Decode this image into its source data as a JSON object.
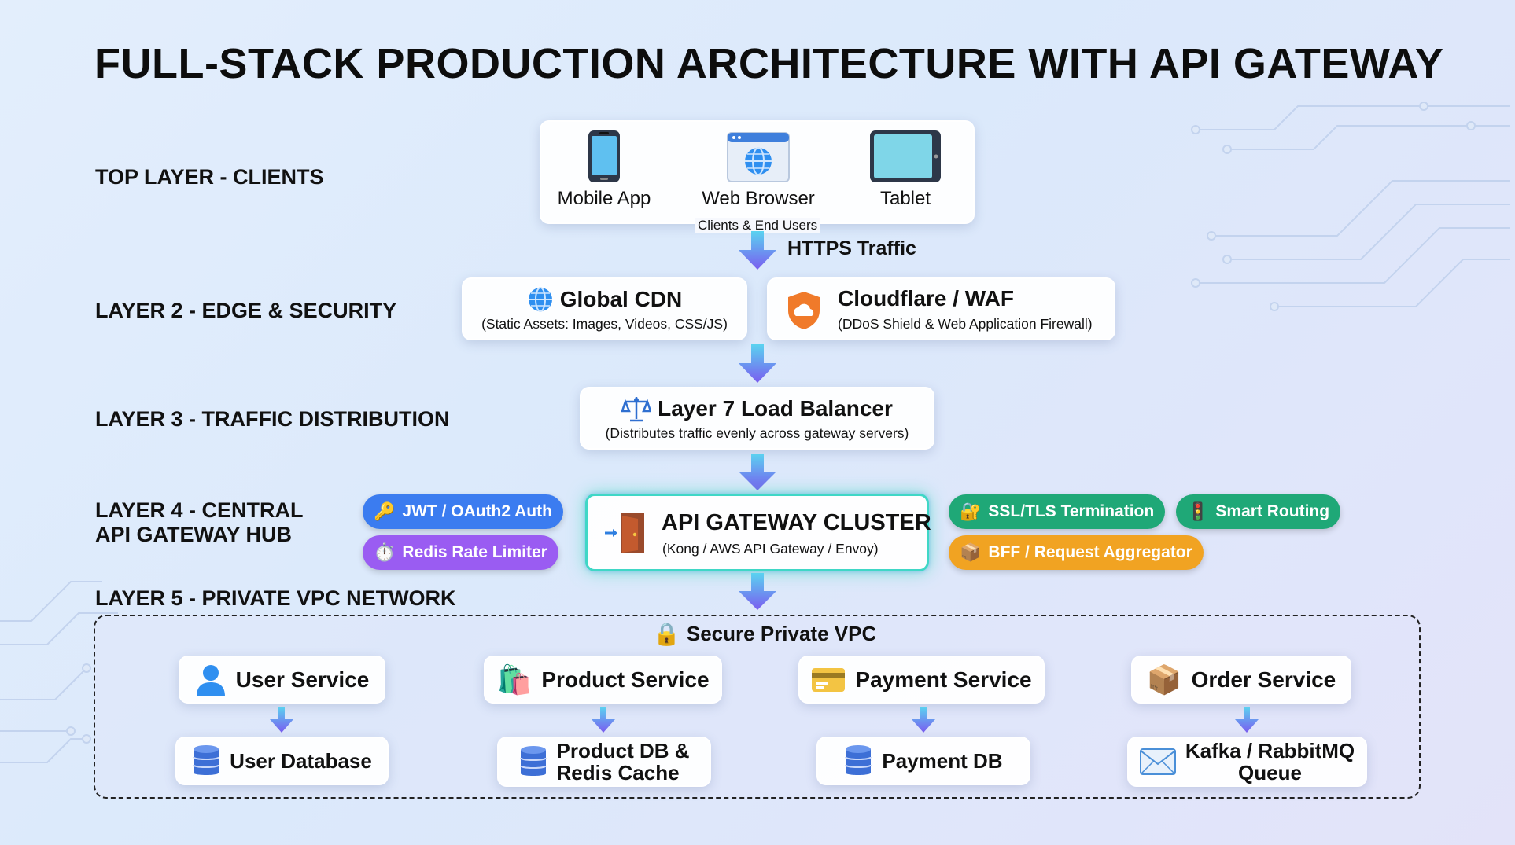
{
  "title": "FULL-STACK PRODUCTION ARCHITECTURE WITH API GATEWAY",
  "layers": {
    "top": "TOP LAYER - CLIENTS",
    "edge": "LAYER 2 - EDGE & SECURITY",
    "traffic": "LAYER 3 - TRAFFIC DISTRIBUTION",
    "gateway_line1": "LAYER 4 - CENTRAL",
    "gateway_line2": "API GATEWAY HUB",
    "vpc": "LAYER 5 - PRIVATE VPC NETWORK"
  },
  "clients": {
    "items": [
      {
        "label": "Mobile App",
        "icon": "mobile-phone-icon"
      },
      {
        "label": "Web Browser",
        "icon": "web-browser-icon"
      },
      {
        "label": "Tablet",
        "icon": "tablet-icon"
      }
    ],
    "caption": "Clients & End Users",
    "traffic": "HTTPS Traffic"
  },
  "edge": {
    "cdn": {
      "title": "Global CDN",
      "sub": "(Static Assets: Images, Videos, CSS/JS)",
      "icon": "globe-icon"
    },
    "waf": {
      "title": "Cloudflare / WAF",
      "sub": "(DDoS Shield & Web Application Firewall)",
      "icon": "shield-cloud-icon"
    }
  },
  "load_balancer": {
    "title": "Layer 7 Load Balancer",
    "sub": "(Distributes traffic evenly across gateway servers)",
    "icon": "balance-scale-icon"
  },
  "gateway": {
    "title": "API GATEWAY CLUSTER",
    "sub": "(Kong / AWS API Gateway / Envoy)",
    "icon": "door-icon",
    "features_left": [
      {
        "label": "JWT / OAuth2 Auth",
        "icon": "key-icon",
        "color": "#3b7cf0"
      },
      {
        "label": "Redis Rate Limiter",
        "icon": "stopwatch-icon",
        "color": "#9a5cf2"
      }
    ],
    "features_right": [
      {
        "label": "SSL/TLS Termination",
        "icon": "lock-icon",
        "color": "#1fa877"
      },
      {
        "label": "Smart Routing",
        "icon": "traffic-light-icon",
        "color": "#1fa877"
      },
      {
        "label": "BFF / Request Aggregator",
        "icon": "package-icon",
        "color": "#f1a322"
      }
    ]
  },
  "vpc": {
    "title": "Secure Private VPC",
    "services": [
      {
        "name": "User Service",
        "icon": "user-icon",
        "store": "User Database",
        "store_icon": "database-icon"
      },
      {
        "name": "Product Service",
        "icon": "shopping-bags-icon",
        "store": "Product DB & Redis Cache",
        "store_line1": "Product DB &",
        "store_line2": "Redis Cache",
        "store_icon": "database-icon"
      },
      {
        "name": "Payment Service",
        "icon": "credit-card-icon",
        "store": "Payment DB",
        "store_icon": "database-icon"
      },
      {
        "name": "Order Service",
        "icon": "package-icon",
        "store": "Kafka / RabbitMQ Queue",
        "store_line1": "Kafka / RabbitMQ",
        "store_line2": "Queue",
        "store_icon": "envelope-icon"
      }
    ]
  },
  "colors": {
    "arrow_top": "#5ad3f0",
    "arrow_bottom": "#7a5cf0",
    "gateway_glow": "#3fd7c6",
    "pill_blue": "#3b7cf0",
    "pill_purple": "#9a5cf2",
    "pill_green": "#1fa877",
    "pill_orange": "#f1a322"
  }
}
